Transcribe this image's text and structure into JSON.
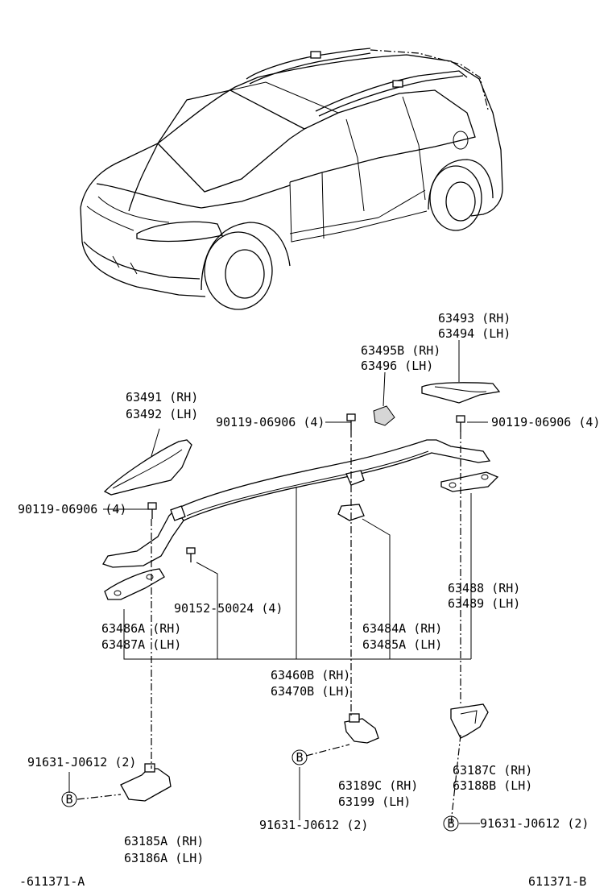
{
  "labels": {
    "p63493": "63493 (RH)",
    "p63494": "63494 (LH)",
    "p63495b": "63495B (RH)",
    "p63496": "63496 (LH)",
    "p63491": "63491 (RH)",
    "p63492": "63492 (LH)",
    "bolt_center": "90119-06906 (4)",
    "bolt_right": "90119-06906 (4)",
    "bolt_left": "90119-06906 (4)",
    "screw": "90152-50024 (4)",
    "p63486a": "63486A (RH)",
    "p63487a": "63487A (LH)",
    "p63484a": "63484A (RH)",
    "p63485a": "63485A (LH)",
    "p63488": "63488 (RH)",
    "p63489": "63489 (LH)",
    "p63460b": "63460B (RH)",
    "p63470b": "63470B (LH)",
    "nut_left": "91631-J0612 (2)",
    "p63187c": "63187C (RH)",
    "p63188b": "63188B (LH)",
    "p63189c": "63189C (RH)",
    "p63199": "63199 (LH)",
    "p63185a": "63185A (RH)",
    "p63186a": "63186A (LH)",
    "nut_center": "91631-J0612 (2)",
    "nut_right": "91631-J0612 (2)",
    "ref_left": "-611371-A",
    "ref_right": "611371-B"
  },
  "markers": {
    "b_left": "B",
    "b_center": "B",
    "b_right": "B"
  }
}
